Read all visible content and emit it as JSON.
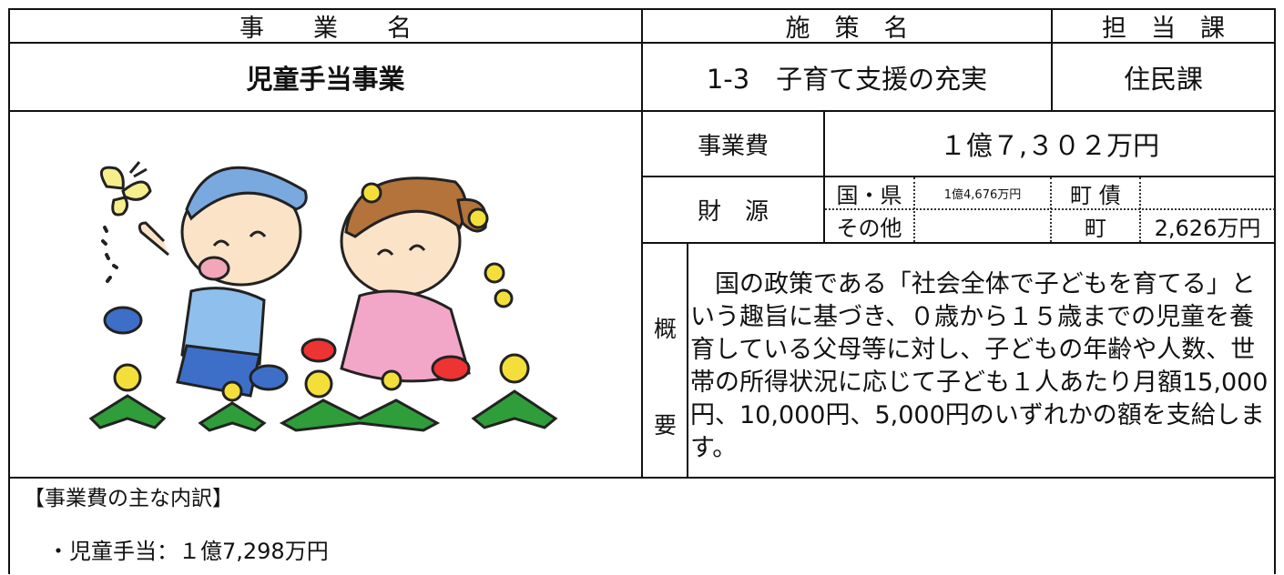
{
  "header": {
    "jigyo_label": "事　　業　　名",
    "shisaku_label": "施　策　名",
    "tanto_label": "担　当　課"
  },
  "row1": {
    "jigyo_name": "児童手当事業",
    "shisaku_name": "1-3　子育て支援の充実",
    "tanto_ka": "住民課"
  },
  "cost": {
    "label": "事業費",
    "value": "１億７,３０２万円"
  },
  "zaigen": {
    "label": "財　源",
    "kuni_ken_label": "国・県",
    "kuni_ken_value": "1億4,676万円",
    "chosai_label": "町 債",
    "chosai_value": "",
    "sonota_label": "その他",
    "sonota_value": "",
    "cho_label": "町",
    "cho_value": "2,626万円"
  },
  "gaiyo": {
    "label_top": "概",
    "label_bottom": "要",
    "text": "　国の政策である「社会全体で子どもを育てる」という趣旨に基づき、０歳から１５歳までの児童を養育している父母等に対し、子どもの年齢や人数、世帯の所得状況に応じて子ども１人あたり月額15,000円、10,000円、5,000円のいずれかの額を支給します。"
  },
  "breakdown": {
    "title": "【事業費の主な内訳】",
    "items": [
      "・児童手当：１億7,298万円"
    ]
  },
  "illustration": "children-running-with-flowers"
}
